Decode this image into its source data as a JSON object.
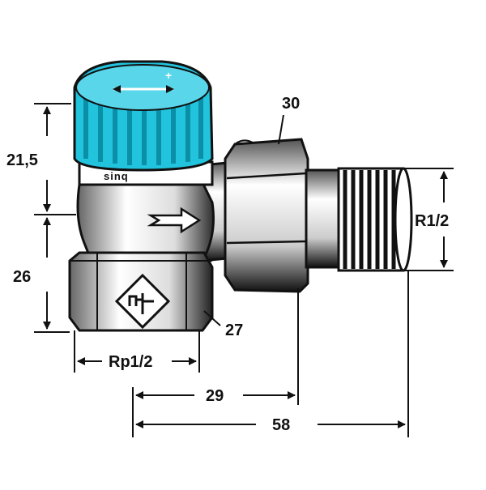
{
  "dimensions": {
    "cap_height": "21,5",
    "body_height": "26",
    "nut_size": "27",
    "union_nut_size": "30",
    "inlet_thread": "Rp1/2",
    "outlet_thread": "R1/2",
    "offset_length": "29",
    "overall_length": "58"
  },
  "cap_marking": "sinq",
  "colors": {
    "cap": "#22c3dd",
    "cap_dark": "#0a8fa6",
    "line": "#111111",
    "body": "#ffffff"
  }
}
